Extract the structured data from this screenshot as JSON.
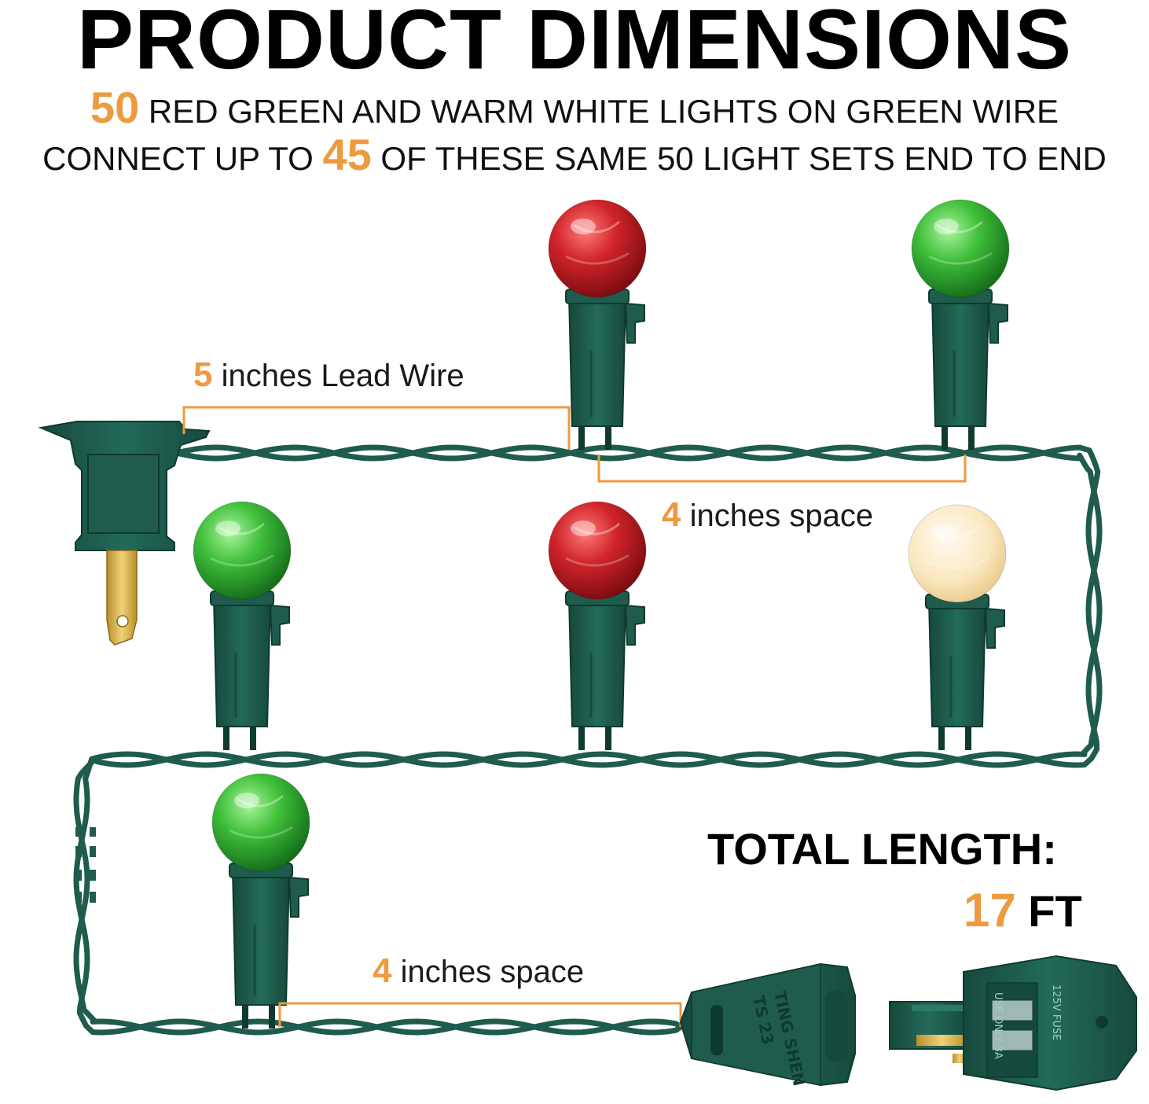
{
  "header": {
    "title": "PRODUCT DIMENSIONS",
    "line1_num": "50",
    "line1_text": " RED GREEN AND WARM WHITE LIGHTS ON GREEN WIRE",
    "line2_pre": "CONNECT UP TO ",
    "line2_num": "45",
    "line2_post": " OF THESE SAME 50 LIGHT SETS END TO END"
  },
  "labels": {
    "lead_num": "5",
    "lead_text": " inches Lead Wire",
    "space1_num": "4",
    "space1_text": " inches space",
    "space2_num": "4",
    "space2_text": " inches space"
  },
  "total": {
    "label": "TOTAL LENGTH:",
    "num": "17",
    "unit": " FT"
  },
  "plug_text": {
    "brand": "TING SHEN",
    "model": "TS 23",
    "fuse_note": "USE ONLY 3A",
    "rating": "125V FUSE"
  },
  "colors": {
    "accent": "#ee9a3e",
    "wire": "#1f5c4d",
    "socket": "#1f5c4d",
    "bulb_red": "#d0242a",
    "bulb_green": "#3fbf3a",
    "bulb_warm": "#fbe8c0",
    "prong": "#d8b24a"
  }
}
